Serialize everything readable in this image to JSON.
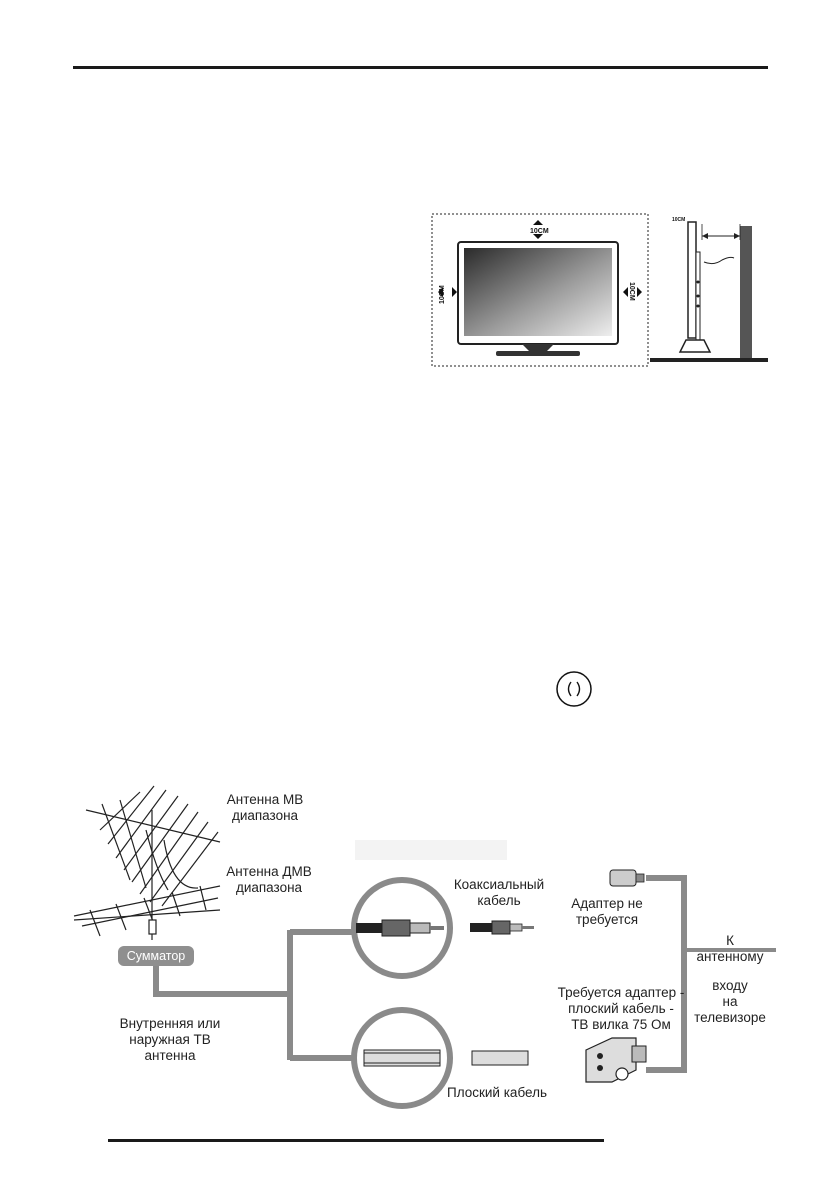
{
  "clearance": {
    "top_label": "10CM",
    "left_label": "10CM",
    "right_label": "10CM",
    "side_label": "10CM"
  },
  "antenna_diagram": {
    "vhf_antenna": "Антенна МВ\nдиапазона",
    "uhf_antenna": "Антенна ДМВ\nдиапазона",
    "combiner": "Сумматор",
    "indoor_outdoor": "Внутренняя или\nнаружная ТВ\nантенна",
    "coaxial_cable": "Коаксиальный\nкабель",
    "flat_cable": "Плоский кабель",
    "no_adapter": "Адаптер не\nтребуется",
    "adapter_required": "Требуется адаптер -\nплоский кабель -\nТВ вилка 75 Ом",
    "to_antenna_input": "К\nантенному",
    "input_on_tv": "входу\nна\nтелевизоре"
  },
  "colors": {
    "cable_gray": "#8a8a8a",
    "combiner_fill": "#8f8f8f",
    "rule": "#1a1a1a"
  }
}
